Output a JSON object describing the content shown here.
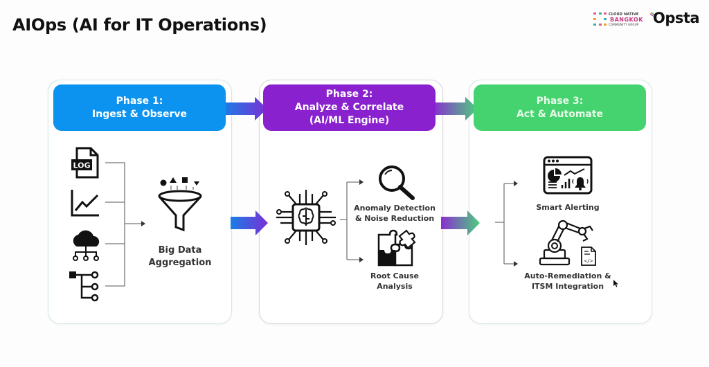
{
  "page": {
    "title": "AIOps (AI for IT Operations)"
  },
  "logos": {
    "community_line1": "CLOUD NATIVE",
    "community_line2": "BANGKOK",
    "community_line3": "COMMUNITY GROUP",
    "brand": "Opsta"
  },
  "colors": {
    "phase1": "#0c93f0",
    "phase2": "#8a21cf",
    "phase3": "#44d36e"
  },
  "phases": [
    {
      "line1": "Phase 1:",
      "line2": "Ingest & Observe",
      "sources": [
        {
          "icon": "log-file-icon",
          "label": "LOG"
        },
        {
          "icon": "line-chart-icon"
        },
        {
          "icon": "cloud-network-icon"
        },
        {
          "icon": "hierarchy-tree-icon"
        }
      ],
      "output": {
        "icon": "funnel-icon",
        "line1": "Big Data",
        "line2": "Aggregation"
      }
    },
    {
      "line1": "Phase 2:",
      "line2": "Analyze & Correlate",
      "line3": "(AI/ML Engine)",
      "engine_icon": "ai-chip-brain-icon",
      "outputs": [
        {
          "icon": "magnifier-icon",
          "line1": "Anomaly Detection",
          "line2": "& Noise Reduction"
        },
        {
          "icon": "puzzle-icon",
          "line1": "Root Cause",
          "line2": "Analysis"
        }
      ]
    },
    {
      "line1": "Phase 3:",
      "line2": "Act & Automate",
      "outputs": [
        {
          "icon": "dashboard-alert-icon",
          "line1": "Smart Alerting"
        },
        {
          "icon": "robot-arm-icon",
          "line1": "Auto-Remediation &",
          "line2": "ITSM Integration",
          "code_label": "</>"
        }
      ]
    }
  ]
}
